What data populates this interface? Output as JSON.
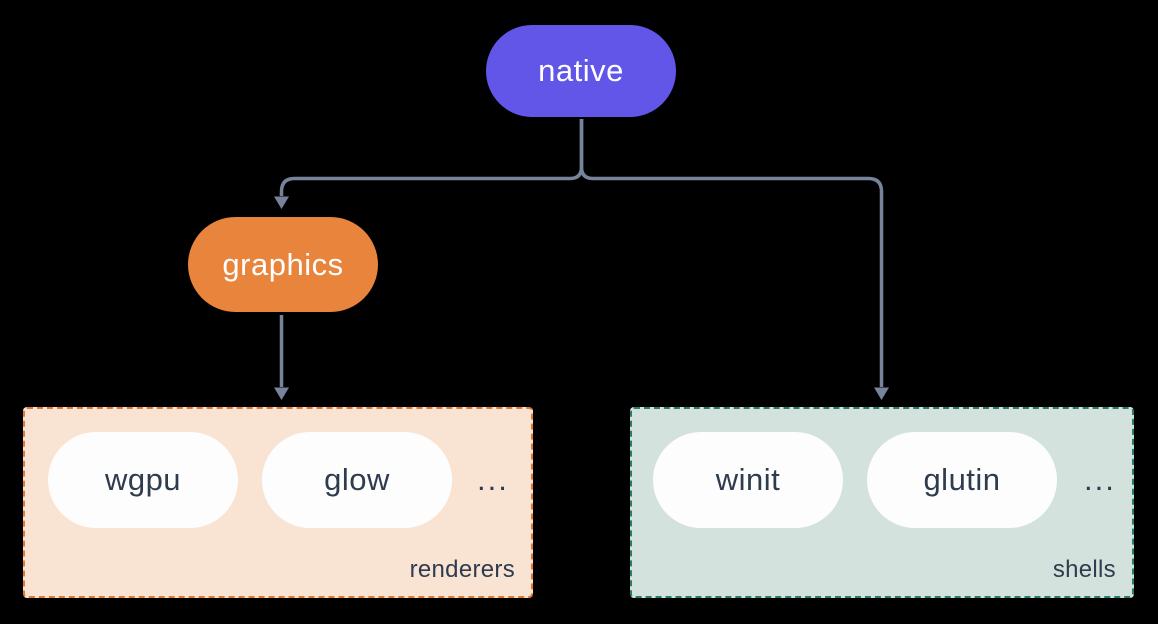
{
  "colors": {
    "background": "#000000",
    "root-node": "#6156e8",
    "mid-node": "#e8843c",
    "connector": "#76839b",
    "ink": "#2e3c4e",
    "node-text": "#ffffff",
    "pill-bg": "#fdfdfd",
    "renderers-fill": "#f9e3d3",
    "renderers-border": "#e07a33",
    "shells-fill": "#d3e2dc",
    "shells-border": "#2b7a6b"
  },
  "diagram": {
    "nodes": {
      "native": {
        "label": "native"
      },
      "graphics": {
        "label": "graphics"
      }
    },
    "groups": [
      {
        "label": "renderers",
        "items": [
          "wgpu",
          "glow"
        ],
        "ellipsis": "..."
      },
      {
        "label": "shells",
        "items": [
          "winit",
          "glutin"
        ],
        "ellipsis": "..."
      }
    ]
  }
}
